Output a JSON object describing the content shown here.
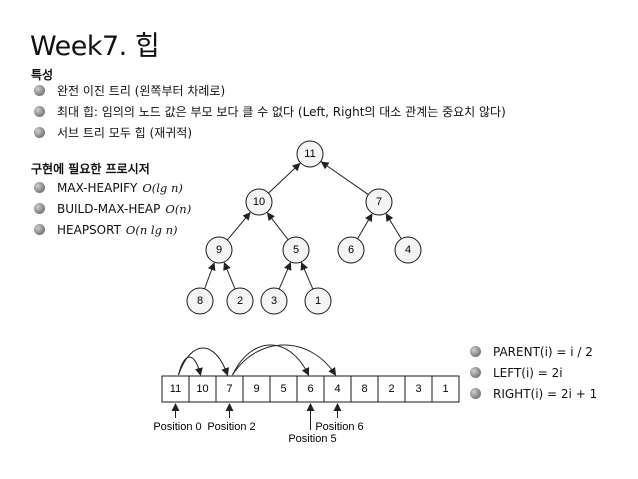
{
  "title": "Week7. 힙",
  "properties": {
    "heading": "특성",
    "items": [
      "완전 이진 트리 (왼쪽부터 차례로)",
      "최대 힙: 임의의 노드 값은 부모 보다 클 수 없다 (Left, Right의 대소 관계는 중요치 않다)",
      "서브 트리 모두 힙 (재귀적)"
    ]
  },
  "procedures": {
    "heading": "구현에 필요한 프로시저",
    "items": [
      {
        "name": "MAX-HEAPIFY",
        "complexity": "O(lg n)"
      },
      {
        "name": "BUILD-MAX-HEAP",
        "complexity": "O(n)"
      },
      {
        "name": "HEAPSORT",
        "complexity": "O(n lg n)"
      }
    ]
  },
  "index_formulas": [
    "PARENT(i) = i / 2",
    "LEFT(i) = 2i",
    "RIGHT(i) = 2i + 1"
  ],
  "heap_tree": {
    "nodes": [
      11,
      10,
      7,
      9,
      5,
      6,
      4,
      8,
      2,
      3,
      1
    ]
  },
  "heap_array": {
    "values": [
      11,
      10,
      7,
      9,
      5,
      6,
      4,
      8,
      2,
      3,
      1
    ],
    "position_labels": [
      {
        "text": "Position 0",
        "index": 0
      },
      {
        "text": "Position 2",
        "index": 2
      },
      {
        "text": "Position 5",
        "index": 5
      },
      {
        "text": "Position 6",
        "index": 6
      }
    ],
    "child_links": [
      {
        "from": 0,
        "to": 1
      },
      {
        "from": 0,
        "to": 2
      },
      {
        "from": 2,
        "to": 5
      },
      {
        "from": 2,
        "to": 6
      }
    ]
  }
}
